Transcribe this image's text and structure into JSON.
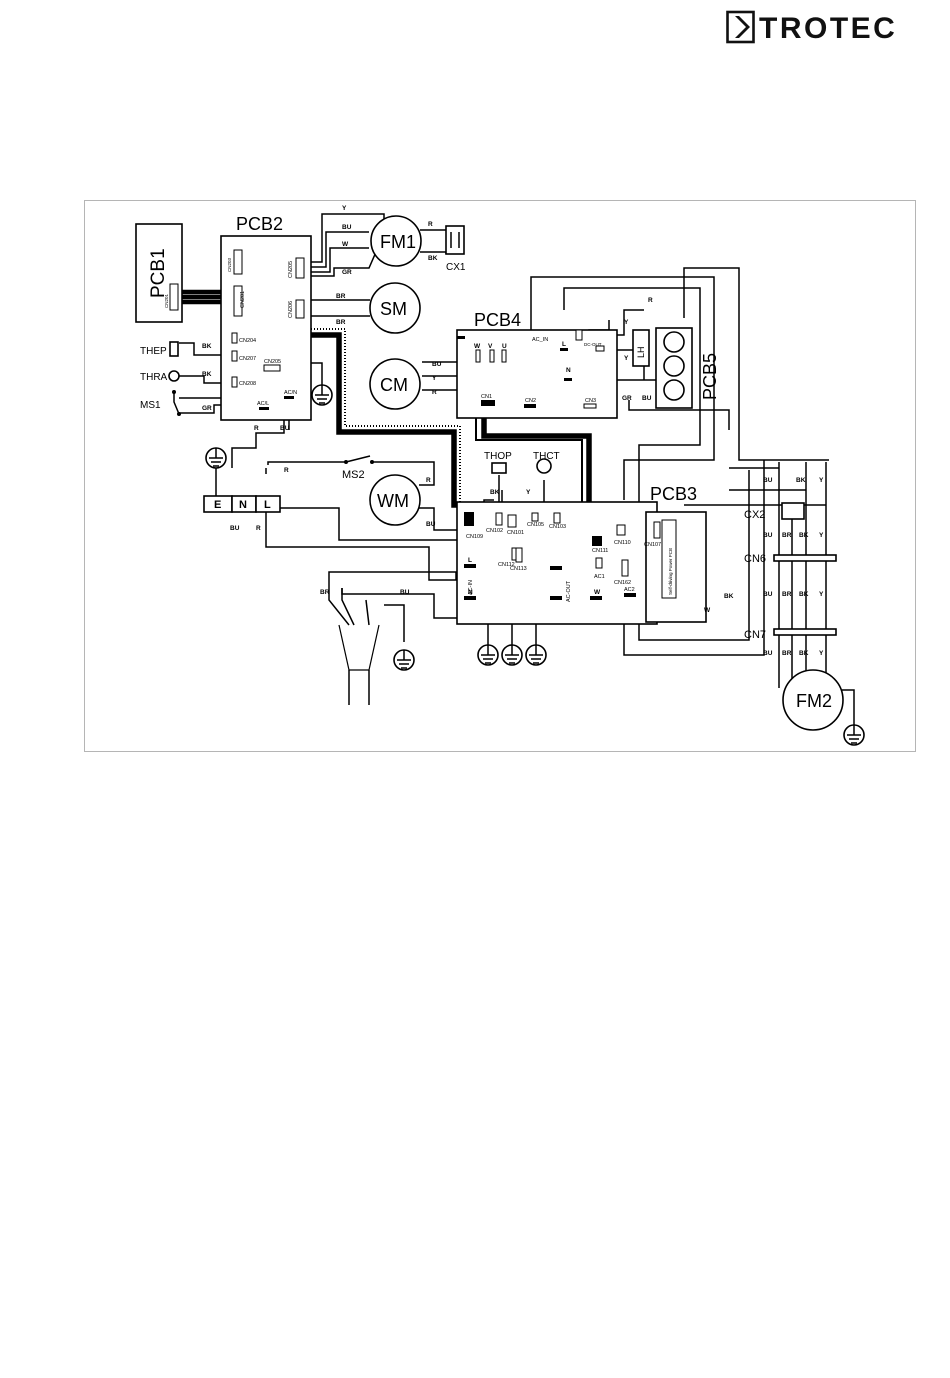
{
  "header": {
    "brand": "TROTEC",
    "logo_icon": "trotec-chevron-logo-icon"
  },
  "diagram": {
    "boards": {
      "pcb1": "PCB1",
      "pcb2": "PCB2",
      "pcb3": "PCB3",
      "pcb4": "PCB4",
      "pcb5": "PCB5"
    },
    "components": {
      "fm1": "FM1",
      "sm": "SM",
      "cm": "CM",
      "wm": "WM",
      "fm2": "FM2",
      "cx1": "CX1",
      "cx2": "CX2",
      "cn6": "CN6",
      "cn7": "CN7",
      "thep": "THEP",
      "thra": "THRA",
      "ms1": "MS1",
      "ms2": "MS2",
      "thop": "THOP",
      "thct": "THCT",
      "lh": "LH"
    },
    "terminals": {
      "e": "E",
      "n": "N",
      "l": "L"
    },
    "connectors": {
      "ck201": "CN201",
      "ck203": "CN203",
      "ck204": "CN204",
      "ck205": "CN205",
      "ck206": "CN206",
      "ck207": "CN207",
      "ck208": "CN208",
      "ack_l": "AC/L",
      "ack_n": "AC/N",
      "cn1": "CN1",
      "cn2": "CN2",
      "cn3": "CN3",
      "ac_in": "AC_IN",
      "cn101": "CN101",
      "cn102": "CN102",
      "cn103": "CN103",
      "cn105": "CN105",
      "cn107": "CN107",
      "cn109": "CN109",
      "cn110": "CN110",
      "cn111": "CN111",
      "cn112": "CN112",
      "cn113": "CN113",
      "cn162": "CN162",
      "ac1": "AC1",
      "ac2": "AC2",
      "ac_in2": "AC-IN",
      "ac_out": "AC-OUT",
      "dc_out": "DC-OUT",
      "pcb_note": "Self-driving Power PCB"
    },
    "wire_colors": {
      "r": "R",
      "bu": "BU",
      "bk": "BK",
      "y": "Y",
      "gr": "GR",
      "br": "BR",
      "w": "W",
      "u": "U",
      "v": "V",
      "l": "L",
      "n": "N"
    }
  }
}
